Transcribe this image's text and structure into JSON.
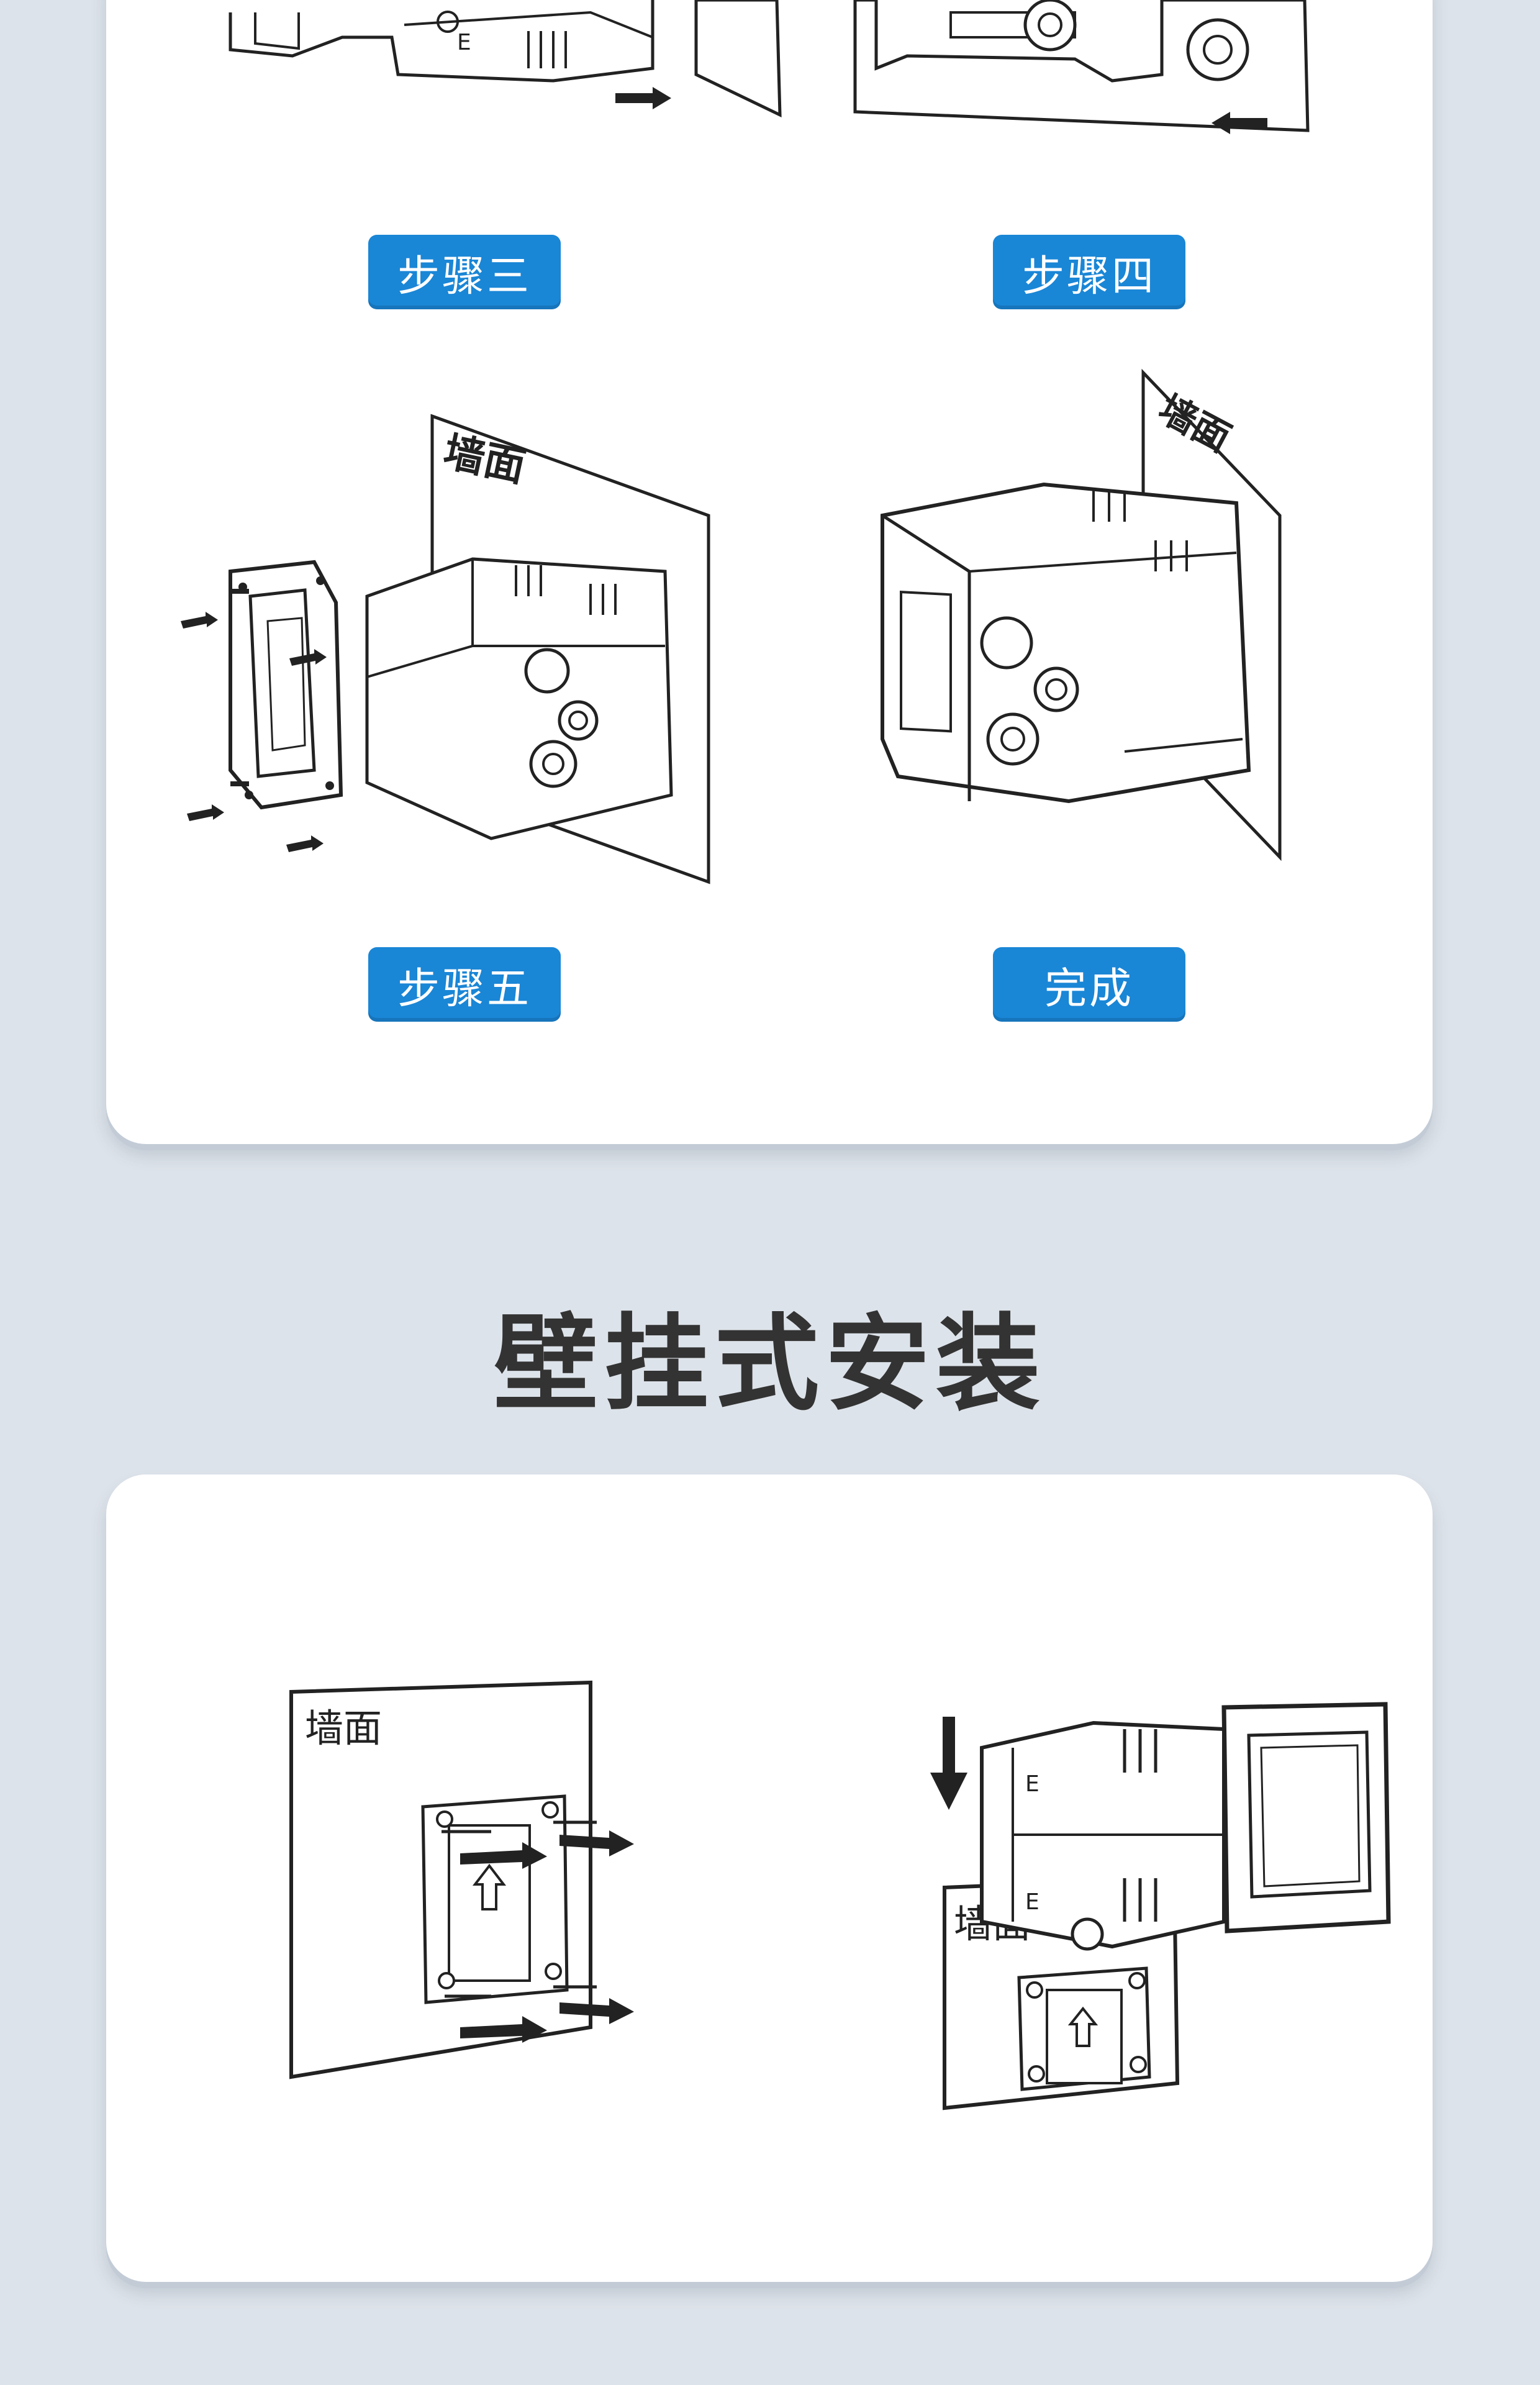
{
  "top_card": {
    "steps": [
      {
        "label": "步骤三"
      },
      {
        "label": "步骤四"
      },
      {
        "label": "步骤五",
        "wall_label": "墙面"
      },
      {
        "label": "完成",
        "wall_label": "墙面"
      }
    ]
  },
  "section": {
    "title": "壁挂式安装"
  },
  "bottom_card": {
    "figures": [
      {
        "wall_label": "墙面"
      },
      {
        "wall_label": "墙面"
      }
    ]
  },
  "colors": {
    "page_background": "#dde3ea",
    "card_background": "#ffffff",
    "badge_blue": "#1a86d6",
    "title_text": "#333333"
  }
}
